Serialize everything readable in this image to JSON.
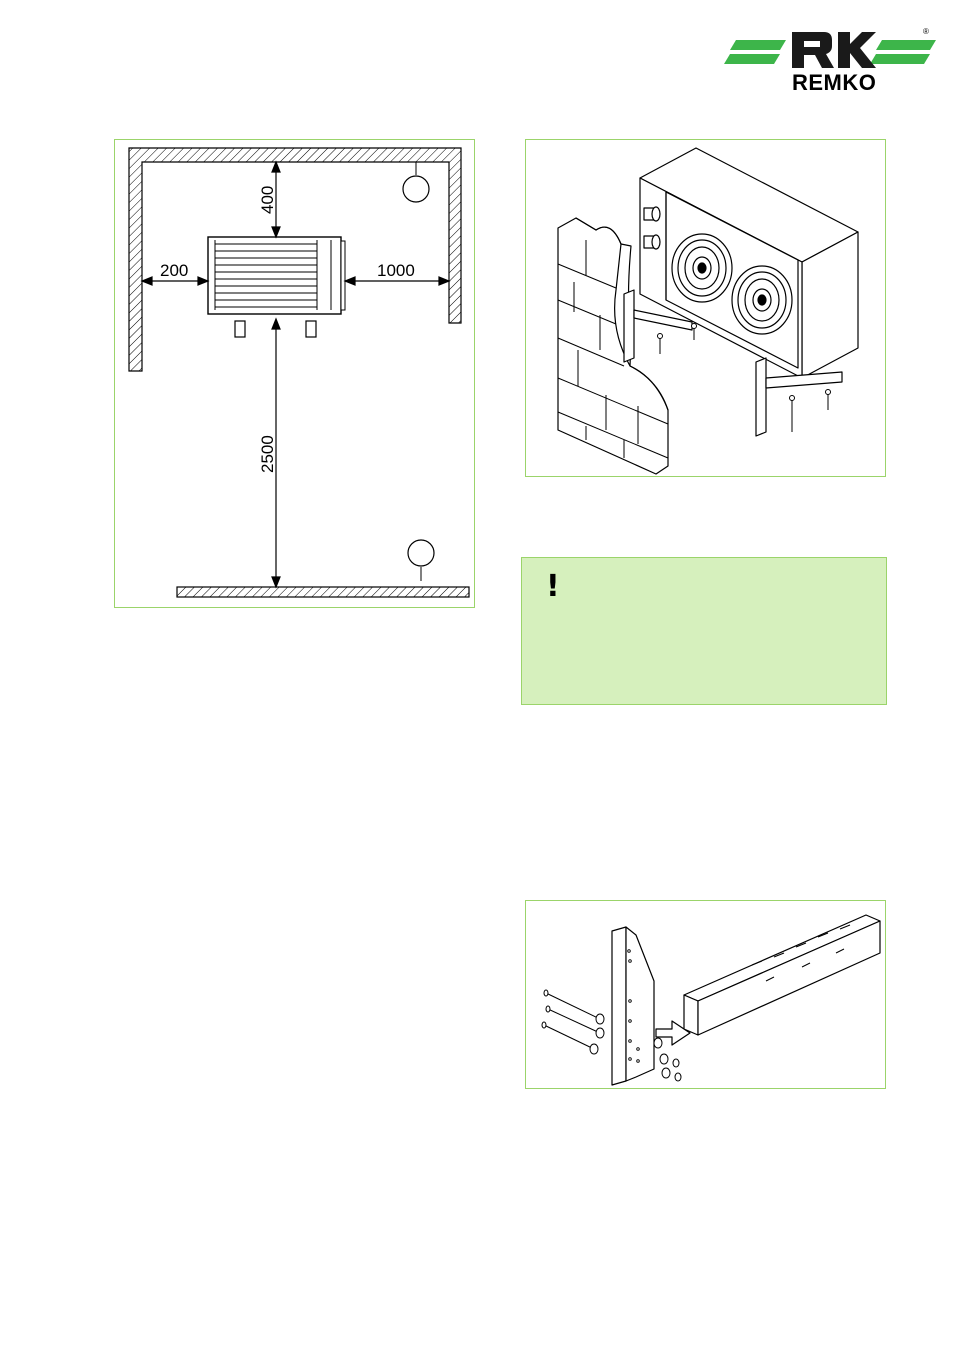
{
  "brand": {
    "name": "REMKO",
    "registered_mark": "®",
    "stripe_color": "#3db54a"
  },
  "figure_1": {
    "dimensions": {
      "top": "400",
      "left": "200",
      "right": "1000",
      "front": "2500"
    }
  },
  "notice_box": {
    "icon": "exclamation-icon",
    "symbol": "!",
    "background": "#d6f0bd",
    "border": "#9bd46a"
  },
  "colors": {
    "frame_border": "#9bd46a",
    "line": "#000000"
  }
}
